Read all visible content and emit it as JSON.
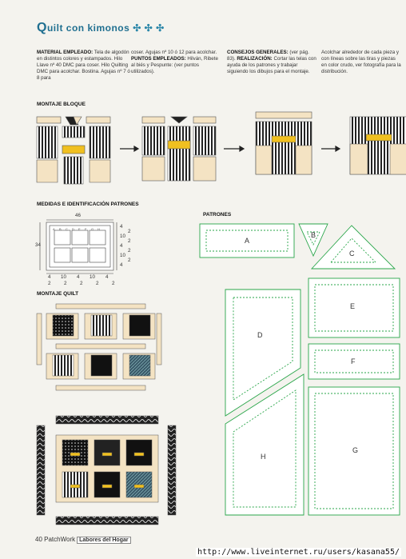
{
  "header": {
    "title_cap": "Q",
    "title_rest": "uilt con kimonos",
    "dots": "✣ ✣ ✣"
  },
  "materials": {
    "heading": "MATERIAL EMPLEADO:",
    "col1": "Tela de algodón en distintos colores y estampados. Hilo Llave nº 40 DMC para coser. Hilo Quilting DMC para acolchar. Bostina. Agujas nº 7 ó 8 para",
    "col2_a": "coser. Agujas nº 10 ó 12 para acolchar.",
    "col2_heading": "PUNTOS EMPLEADOS:",
    "col2_b": "Hilván, Ribete al biés y Pespunte: (ver puntos utilizados).",
    "col3_heading": "CONSEJOS GENERALES:",
    "col3_a": "(ver pág. 83).",
    "col3_heading2": "REALIZACIÓN:",
    "col3_b": "Cortar las telas con ayuda de los patrones y trabajar siguiendo los dibujos para el montaje.",
    "col4": "Acolchar alrededor de cada pieza y con líneas sobre las tiras y piezas en color crudo, ver fotografía para la distribución."
  },
  "sections": {
    "montaje_bloque": "MONTAJE BLOQUE",
    "medidas": "MEDIDAS E IDENTIFICACIÓN PATRONES",
    "montaje_quilt": "MONTAJE QUILT",
    "patrones": "PATRONES"
  },
  "measures": {
    "top": "46",
    "left": "34",
    "right": [
      "4",
      "10",
      "4",
      "10",
      "4"
    ],
    "right_small": [
      "2",
      "2",
      "2",
      "2"
    ],
    "bottom": [
      "4",
      "10",
      "4",
      "10",
      "4"
    ],
    "bottom_small": [
      "2",
      "2",
      "2",
      "2",
      "2"
    ],
    "letters": [
      "A",
      "B",
      "C",
      "D",
      "E",
      "F",
      "G",
      "H"
    ]
  },
  "patterns": [
    "A",
    "B",
    "C",
    "D",
    "E",
    "F",
    "G",
    "H"
  ],
  "footer": {
    "page": "40",
    "brand": "PatchWork",
    "logo": "Labores del Hogar"
  },
  "watermark": "http://www.liveinternet.ru/users/kasana55/",
  "colors": {
    "title": "#1f6f90",
    "pattern_line": "#2aa64a",
    "cream": "#f4e3c3",
    "gold": "#f0c020"
  }
}
